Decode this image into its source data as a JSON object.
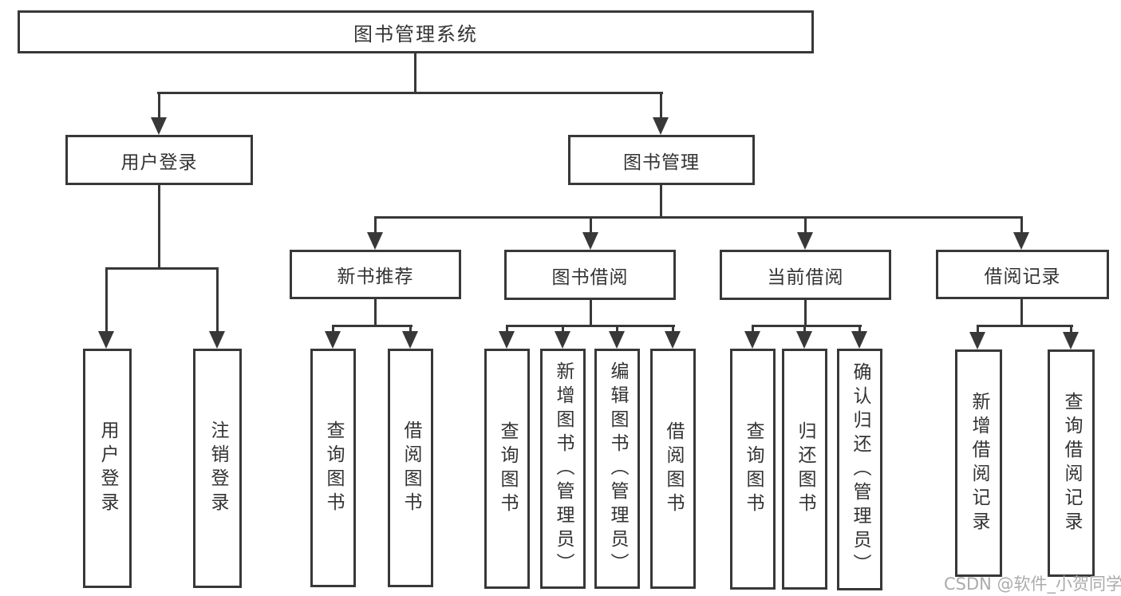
{
  "tree": {
    "root": {
      "label": "图书管理系统"
    },
    "branches": [
      {
        "label": "用户登录",
        "children": [
          "用户登录",
          "注销登录"
        ]
      },
      {
        "label": "图书管理",
        "children": [
          {
            "label": "新书推荐",
            "children": [
              "查询图书",
              "借阅图书"
            ]
          },
          {
            "label": "图书借阅",
            "children": [
              "查询图书",
              "新增图书（管理员）",
              "编辑图书（管理员）",
              "借阅图书"
            ]
          },
          {
            "label": "当前借阅",
            "children": [
              "查询图书",
              "归还图书",
              "确认归还（管理员）"
            ]
          },
          {
            "label": "借阅记录",
            "children": [
              "新增借阅记录",
              "查询借阅记录"
            ]
          }
        ]
      }
    ]
  },
  "watermark": {
    "text": "CSDN @软件_小贺同学"
  },
  "colors": {
    "line": "#383838",
    "text": "#333333",
    "watermark": "#ababab",
    "background": "#ffffff"
  }
}
